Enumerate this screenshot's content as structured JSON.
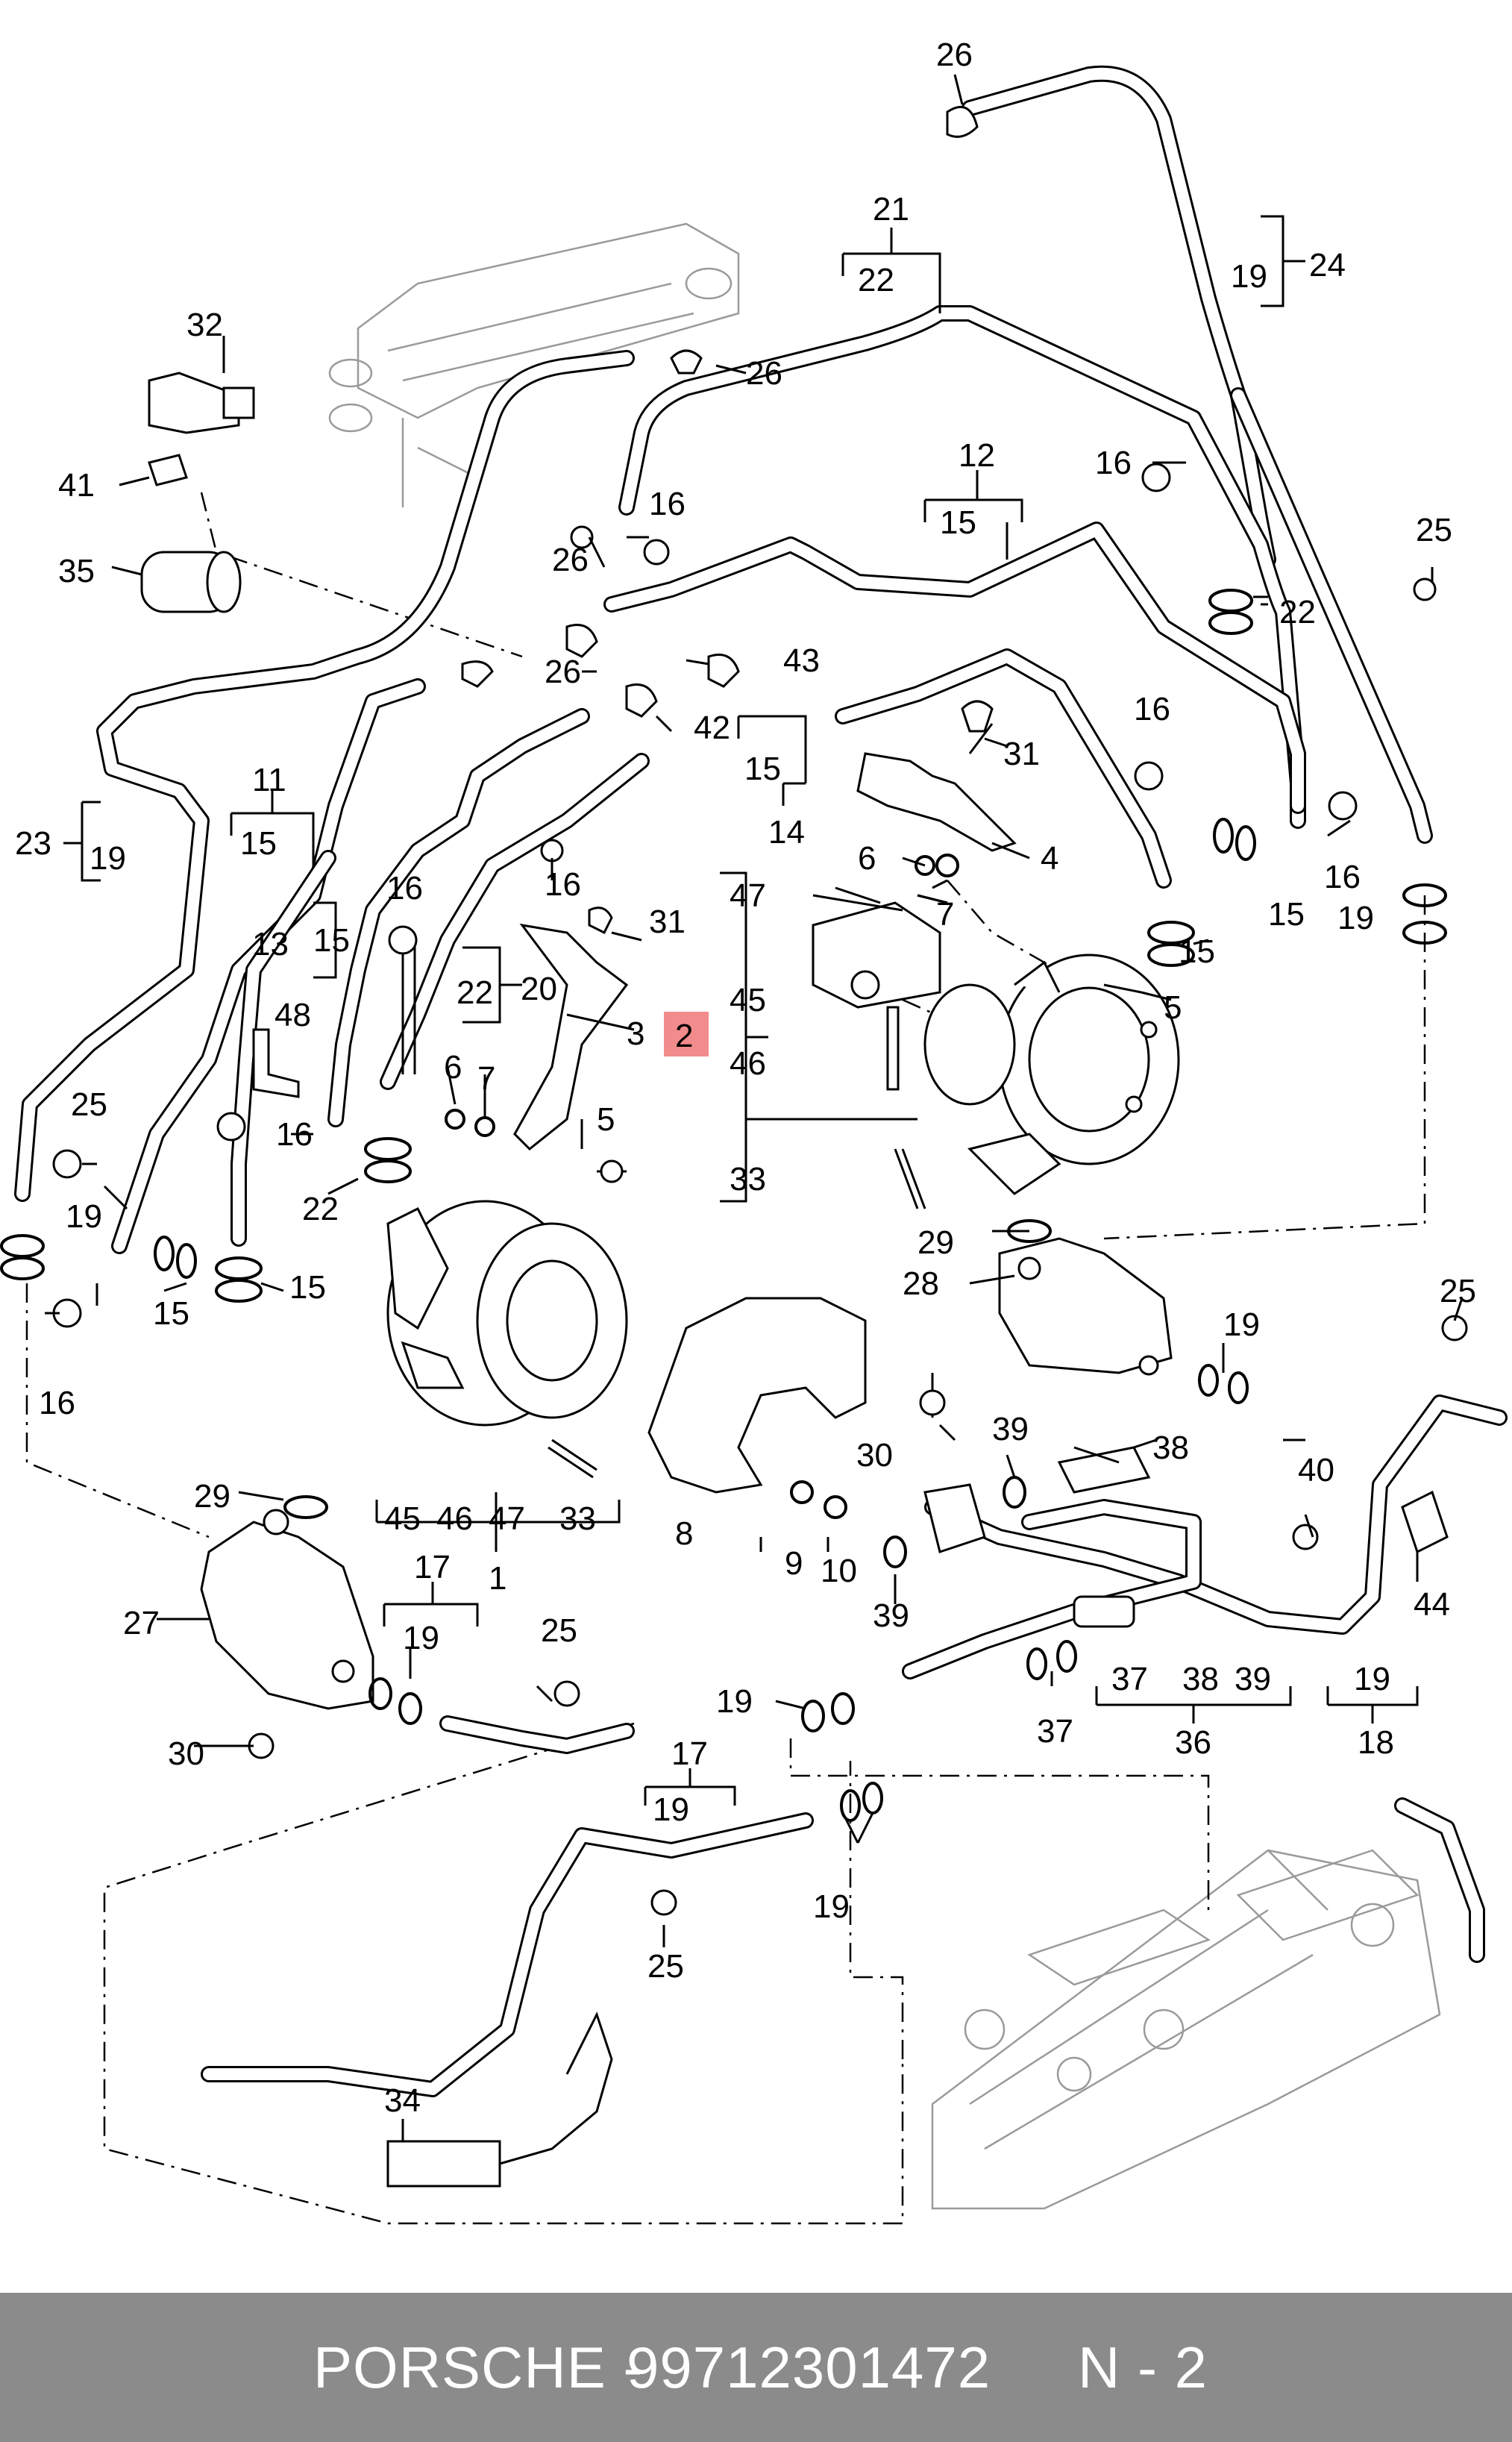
{
  "footer": {
    "brand": "PORSCHE -",
    "part_number": "99712301472",
    "page": "N - 2"
  },
  "colors": {
    "highlight": "#f28b8b",
    "footer_bg": "#8b8b8b",
    "footer_text": "#ffffff"
  },
  "callouts": {
    "c1": "1",
    "c2": "2",
    "c3": "3",
    "c4": "4",
    "c5": "5",
    "c6": "6",
    "c7": "7",
    "c8": "8",
    "c9": "9",
    "c10": "10",
    "c11": "11",
    "c12": "12",
    "c13": "13",
    "c14": "14",
    "c15": "15",
    "c16": "16",
    "c17": "17",
    "c18": "18",
    "c19": "19",
    "c20": "20",
    "c21": "21",
    "c22": "22",
    "c23": "23",
    "c24": "24",
    "c25": "25",
    "c26": "26",
    "c27": "27",
    "c28": "28",
    "c29": "29",
    "c30": "30",
    "c31": "31",
    "c32": "32",
    "c33": "33",
    "c34": "34",
    "c35": "35",
    "c36": "36",
    "c37": "37",
    "c38": "38",
    "c39": "39",
    "c40": "40",
    "c41": "41",
    "c42": "42",
    "c43": "43",
    "c44": "44",
    "c45": "45",
    "c46": "46",
    "c47": "47",
    "c48": "48"
  }
}
